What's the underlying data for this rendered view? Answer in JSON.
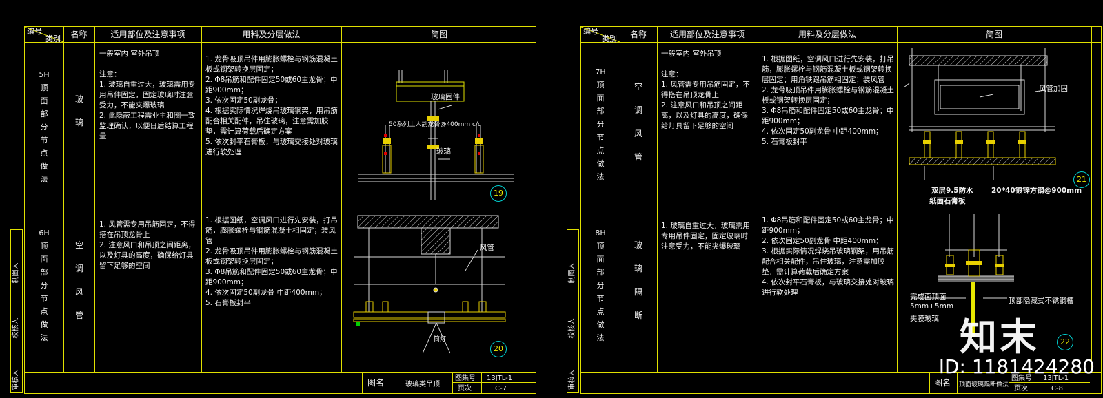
{
  "sheets": [
    {
      "headers": {
        "bianhao": "编号",
        "leibie": "类别",
        "mingcheng": "名称",
        "shiyong": "适用部位及注意事项",
        "yongliao": "用料及分层做法",
        "jiantu": "简图"
      },
      "rows": [
        {
          "code": [
            "5H",
            "顶",
            "面",
            "部",
            "分",
            "节",
            "点",
            "做",
            "法"
          ],
          "name": [
            "玻",
            "璃"
          ],
          "notes": "一般室内 室外吊顶\n\n注意：\n1. 玻璃自重过大，玻璃需用专用吊件固定，固定玻璃时注意受力，不能夹爆玻璃\n2. 此隐蔽工程需业主和圈一致监理确认，以便日后结算工程量",
          "method": "1. 龙骨吸顶吊件用膨胀螺栓与钢筋混凝土板或钢架转换层固定；\n2. Φ8吊筋和配件固定50或60主龙骨；中距900mm；\n3. 依次固定50副龙骨；\n4. 根据实际情况焊烧吊玻璃钢架，用吊筋配合相关配件，吊住玻璃，注意需加胶垫，需计算荷载后确定方案\n5. 依次封平石膏板，与玻璃交接处对玻璃进行软处理",
          "labels": {
            "a": "玻璃固件",
            "b": "50系列上人副龙骨@400mm c/c",
            "c": "玻璃"
          },
          "circle": "19"
        },
        {
          "code": [
            "6H",
            "顶",
            "面",
            "部",
            "分",
            "节",
            "点",
            "做",
            "法"
          ],
          "name": [
            "空",
            "调",
            "风",
            "管"
          ],
          "notes": "1. 风管需专用吊筋固定，不得搭在吊顶龙骨上\n2. 注意风口和吊顶之间距离，以及灯具的高度，确保给灯具留下足够的空间",
          "method": "1. 根据图纸，空调风口进行先安装，打吊筋，膨胀螺栓与钢筋混凝土相固定；装风管\n2. 龙骨吸顶吊件用膨胀螺栓与钢筋混凝土板或钢架转换层固定；\n3. Φ8吊筋和配件固定50或60主龙骨；中距900mm；\n4. 依次固定50副龙骨 中距400mm；\n5. 石膏板封平",
          "labels": {
            "a": "风管",
            "b": "筒灯"
          },
          "circle": "20"
        }
      ],
      "title_block": {
        "tuming_label": "图名",
        "tuming": "玻璃类吊顶",
        "tujihao_label": "图集号",
        "tujihao": "13JTL-1",
        "yeci_label": "页次",
        "yeci": "C-7"
      },
      "side": [
        "制图人",
        "校核人",
        "审核人"
      ]
    },
    {
      "headers": {
        "bianhao": "编号",
        "leibie": "类别",
        "mingcheng": "名称",
        "shiyong": "适用部位及注意事项",
        "yongliao": "用料及分层做法",
        "jiantu": "简图"
      },
      "rows": [
        {
          "code": [
            "7H",
            "顶",
            "面",
            "部",
            "分",
            "节",
            "点",
            "做",
            "法"
          ],
          "name": [
            "空",
            "调",
            "风",
            "管"
          ],
          "notes": "一般室内 室外吊顶\n\n注意：\n1. 风管需专用吊筋固定，不得搭在吊顶龙骨上\n2. 注意风口和吊顶之间距离，以及灯具的高度，确保给灯具留下足够的空间",
          "method": "1. 根据图纸，空调风口进行先安装，打吊筋，膨胀螺栓与钢筋混凝土板或钢架转换层固定；用角铁跟吊筋相固定；装风管\n2. 龙骨吸顶吊件用膨胀螺栓与钢筋混凝土板或钢架转换层固定；\n3. Φ8吊筋和配件固定50或60主龙骨；中距900mm；\n4. 依次固定50副龙骨 中距400mm；\n5. 石膏板封平",
          "labels": {
            "a": "风管加固",
            "b": "双层9.5防水",
            "c": "纸面石膏板",
            "d": "20*40镀锌方钢@900mm"
          },
          "circle": "21"
        },
        {
          "code": [
            "8H",
            "顶",
            "面",
            "部",
            "分",
            "节",
            "点",
            "做",
            "法"
          ],
          "name": [
            "玻",
            "璃",
            "隔",
            "断"
          ],
          "notes": "1. 玻璃自重过大，玻璃需用专用吊件固定，固定玻璃时注意受力，不能夹爆玻璃",
          "method": "1. Φ8吊筋和配件固定50或60主龙骨；中距900mm；\n2. 依次固定50副龙骨 中距400mm；\n3. 根据实际情况焊烧吊玻璃钢架，用吊筋配合相关配件，吊住玻璃，注意需加胶垫，需计算荷载后确定方案\n4. 依次封平石膏板，与玻璃交接处对玻璃进行软处理",
          "labels": {
            "a": "完成面顶面",
            "b": "顶部隐藏式不锈钢槽",
            "c": "5mm+5mm",
            "d": "夹膜玻璃"
          },
          "circle": "22"
        }
      ],
      "title_block": {
        "tuming_label": "图名",
        "tuming": "顶面玻璃隔断做法",
        "tujihao_label": "图集号",
        "tujihao": "13JTL-1",
        "yeci_label": "页次",
        "yeci": "C-8"
      },
      "side": [
        "制图人",
        "校核人",
        "审核人"
      ]
    }
  ],
  "watermark": {
    "logo": "知末",
    "id": "ID: 1181424280"
  }
}
